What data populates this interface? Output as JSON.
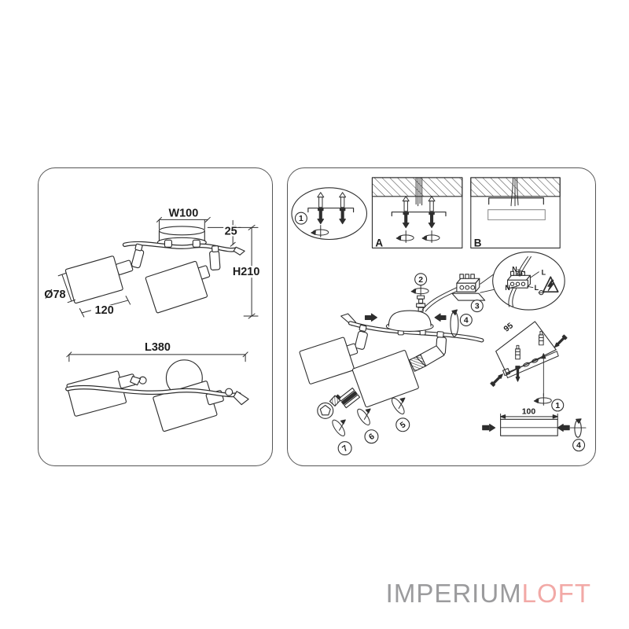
{
  "left_panel": {
    "front_view": {
      "width": "W100",
      "canopy_height": "25",
      "height": "H210",
      "shade_diameter": "Ø78",
      "shade_length": "120"
    },
    "top_view": {
      "overall_length": "L380"
    }
  },
  "right_panel": {
    "steps": {
      "step1": "1",
      "step2": "2",
      "step3": "3",
      "step4": "4",
      "step5": "5",
      "step6": "6",
      "step7": "7"
    },
    "mount_options": {
      "option_a": "A",
      "option_b": "B"
    },
    "wiring": {
      "n_top": "N",
      "l_top": "L",
      "n_bottom": "N",
      "l_bottom": "L"
    },
    "dims": {
      "bracket_length": "95",
      "canopy_width": "100"
    }
  },
  "logo": {
    "primary": "IMPERIUM",
    "accent": "LOFT",
    "primary_color": "#9b9b9d",
    "accent_color": "#f2a9a6",
    "ink_color": "#2e2e2e"
  }
}
